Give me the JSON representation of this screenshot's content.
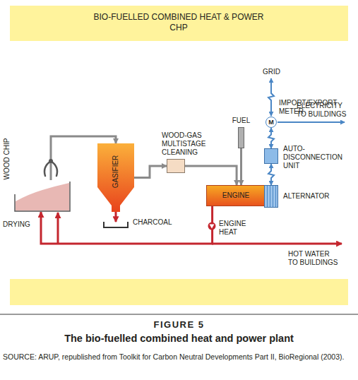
{
  "diagram": {
    "title": "BIO-FUELLED COMBINED HEAT & POWER CHP",
    "caption": "The bio-fuelled combined heat and power plant",
    "nodes": [
      {
        "text": [
          "WOOD CHIP"
        ]
      },
      {
        "text": [
          "GASIFIER"
        ]
      },
      {
        "text": [
          "CHARCOAL"
        ]
      },
      {
        "text": [
          "WOOD-GAS MULTISTAGE CLEANING"
        ]
      },
      {
        "text": [
          "FUEL"
        ]
      },
      {
        "text": [
          "ENGINE"
        ]
      },
      {
        "text": [
          "ALTERNATOR"
        ]
      },
      {
        "text": [
          "AUTO-DISCONNECTION UNIT"
        ]
      },
      {
        "text": [
          "M",
          "IMPORT/EXPORT METER"
        ]
      }
    ],
    "edges": [
      {
        "from": 0,
        "to": 1,
        "arrow": "to"
      },
      {
        "from": 1,
        "to": 3,
        "arrow": "to"
      },
      {
        "from": 3,
        "to": 5,
        "arrow": "to"
      },
      {
        "from": 4,
        "to": 5,
        "arrow": "to"
      },
      {
        "from": 1,
        "to": 2,
        "arrow": "to"
      },
      {
        "from": 5,
        "to": 0,
        "arrow": "to"
      },
      {
        "from": 5,
        "to": 6,
        "arrow": "none"
      },
      {
        "from": 6,
        "to": 7,
        "arrow": "both"
      },
      {
        "from": 7,
        "to": 8,
        "arrow": "both"
      }
    ],
    "labels": [
      "GRID",
      "ELECTRICITY TO BUILDINGS",
      "DRYING",
      "ENGINE HEAT",
      "HOT WATER TO BUILDINGS",
      "FIGURE 5",
      "SOURCE: ARUP, republished from Toolkit for Carbon Neutral Developments Part II, BioRegional (2003)."
    ]
  }
}
